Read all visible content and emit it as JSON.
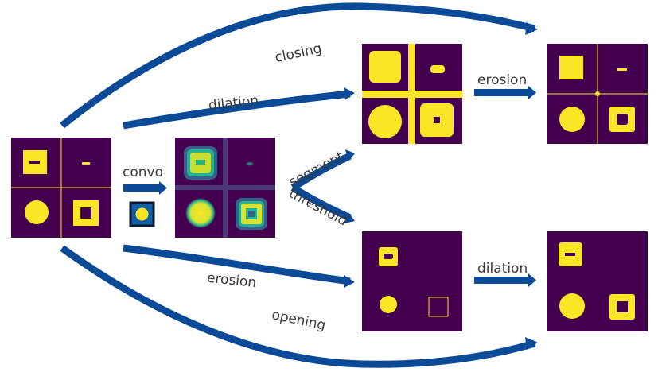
{
  "colors": {
    "background": "#44004f",
    "foreground": "#fbe626",
    "arrow": "#0a4a96",
    "kernel_border": "#0d1a2e",
    "kernel_fill": "#0e5ea8",
    "blur_mid": "#26b38e",
    "blur_edge": "#35628d",
    "text": "#3a3a3a"
  },
  "labels": {
    "closing": "closing",
    "dilation_top": "dilation",
    "erosion_top": "erosion",
    "convo": "convo",
    "segment": "segment",
    "threshold": "threshold",
    "erosion_bottom": "erosion",
    "dilation_bottom": "dilation",
    "opening": "opening"
  },
  "panels": [
    "input",
    "convolved",
    "dilated",
    "closed",
    "eroded",
    "opened"
  ]
}
